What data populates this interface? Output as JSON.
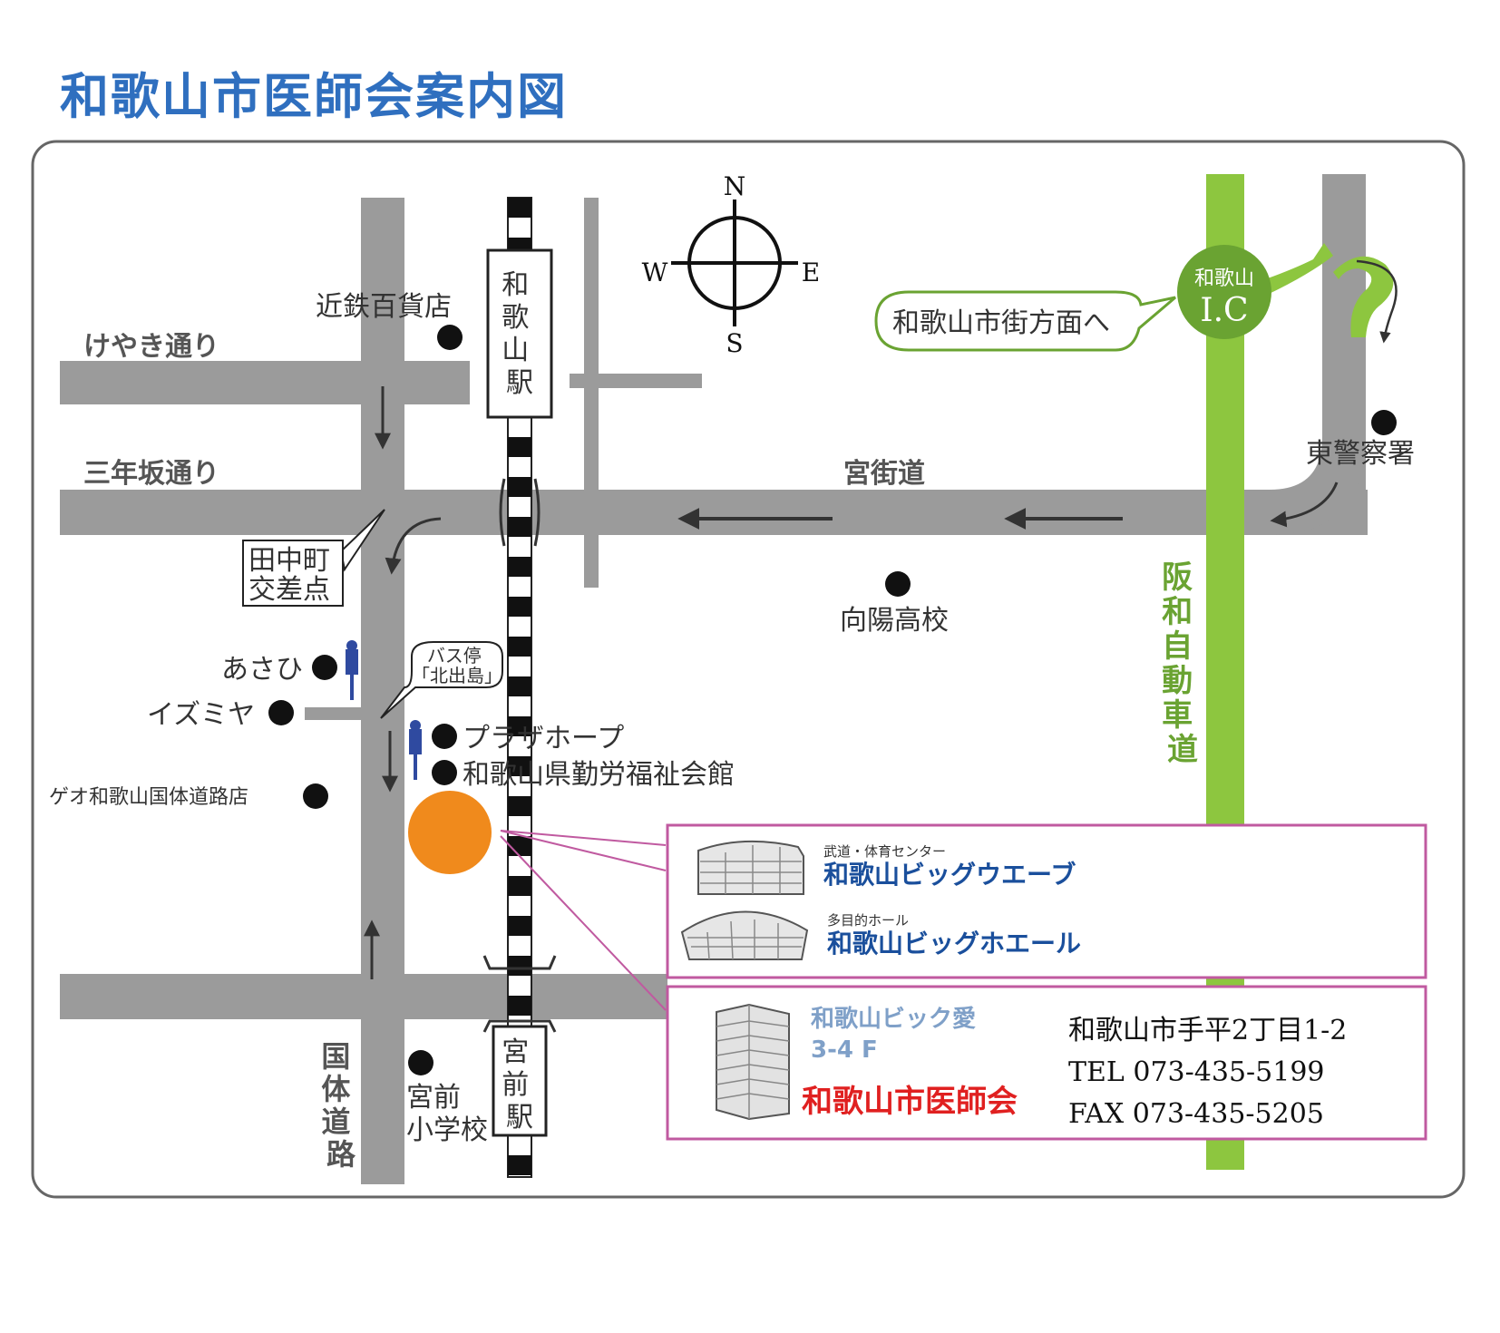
{
  "title": "和歌山市医師会案内図",
  "compass": {
    "n": "N",
    "s": "S",
    "e": "E",
    "w": "W"
  },
  "roads": {
    "keyaki": "けやき通り",
    "sannenzaka": "三年坂通り",
    "miyakaido": "宮街道",
    "kokutai": [
      "国",
      "体",
      "道",
      "路"
    ],
    "expressway": [
      "阪",
      "和",
      "自",
      "動",
      "車",
      "道"
    ]
  },
  "stations": {
    "wakayama": [
      "和",
      "歌",
      "山",
      "駅"
    ],
    "miyamae": [
      "宮",
      "前",
      "駅"
    ]
  },
  "ic": {
    "top": "和歌山",
    "bottom": "I.C",
    "direction": "和歌山市街方面へ"
  },
  "intersection": [
    "田中町",
    "交差点"
  ],
  "bus_stop": [
    "バス停",
    "「北出島」"
  ],
  "landmarks": {
    "kintetsu": "近鉄百貨店",
    "police": "東警察署",
    "koyo": "向陽高校",
    "asahi": "あさひ",
    "izumiya": "イズミヤ",
    "geo": "ゲオ和歌山国体道路店",
    "plaza": "プラザホープ",
    "kinro": "和歌山県勤労福祉会館",
    "school": [
      "宮前",
      "小学校"
    ]
  },
  "facilities": {
    "wave_sub": "武道・体育センター",
    "wave_name": "和歌山ビッグウエーブ",
    "whale_sub": "多目的ホール",
    "whale_name": "和歌山ビッグホエール"
  },
  "info": {
    "building": "和歌山ビック愛",
    "floor": "3-4 F",
    "org": "和歌山市医師会",
    "address": "和歌山市手平2丁目1-2",
    "tel": "TEL 073-435-5199",
    "fax": "FAX 073-435-5205"
  },
  "colors": {
    "road": "#9b9b9b",
    "expressway": "#8dc63f",
    "marker": "#f08a1c",
    "title": "#2f6fbf",
    "box": "#c05aa0",
    "org": "#e02020"
  }
}
